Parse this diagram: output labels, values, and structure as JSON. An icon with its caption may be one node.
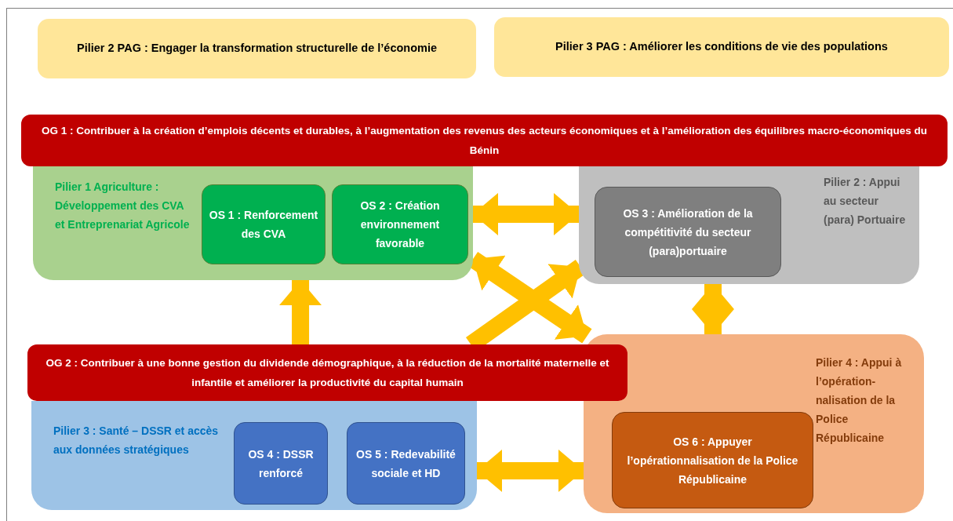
{
  "diagram": {
    "nodes": [
      {
        "text": [
          "Pilier 2 PAG : Engager la transformation structurelle de l’économie"
        ]
      },
      {
        "text": [
          "Pilier 3 PAG : Améliorer les conditions de vie des populations"
        ]
      },
      {
        "text": [
          "OG 1 : Contribuer à la création d’emplois décents et durables, à l’augmentation des revenus des acteurs économiques et à l’amélioration des équilibres macro-économiques du Bénin"
        ]
      },
      {
        "text": [
          "Pilier 1 Agriculture : Développement des CVA et Entreprenariat Agricole"
        ]
      },
      {
        "text": [
          "OS 1 : Renforcement des CVA"
        ],
        "in": 3
      },
      {
        "text": [
          "OS 2 : Création environnement favorable"
        ],
        "in": 3
      },
      {
        "text": [
          "Pilier 2 : Appui au secteur (para) Portuaire"
        ]
      },
      {
        "text": [
          "OS 3 : Amélioration de la compétitivité du secteur (para)portuaire"
        ],
        "in": 6
      },
      {
        "text": [
          "OG 2 : Contribuer à une bonne gestion du dividende démographique, à la réduction de la mortalité maternelle et infantile et améliorer la productivité du capital humain"
        ]
      },
      {
        "text": [
          "Pilier 3 : Santé – DSSR et accès aux données stratégiques"
        ]
      },
      {
        "text": [
          "OS 4 : DSSR renforcé"
        ],
        "in": 9
      },
      {
        "text": [
          "OS 5 : Redevabilité sociale et HD"
        ],
        "in": 9
      },
      {
        "text": [
          "Pilier 4 : Appui à l’opération-nalisation de la Police Républicaine"
        ]
      },
      {
        "text": [
          "OS 6 : Appuyer l’opérationnalisation de la Police Républicaine"
        ],
        "in": 12
      }
    ],
    "edges": [
      {
        "from": 8,
        "to": 3,
        "arrow": "to"
      },
      {
        "from": 3,
        "to": 6,
        "arrow": "both"
      },
      {
        "from": 3,
        "to": 12,
        "arrow": "both"
      },
      {
        "from": 8,
        "to": 6,
        "arrow": "to"
      },
      {
        "from": 6,
        "to": 12,
        "arrow": "both"
      },
      {
        "from": 9,
        "to": 12,
        "arrow": "both"
      }
    ]
  }
}
